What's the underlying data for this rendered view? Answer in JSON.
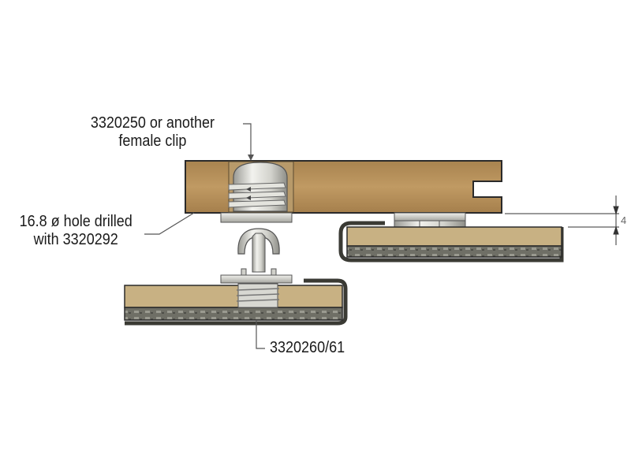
{
  "diagram": {
    "type": "technical-cross-section",
    "labels": {
      "female_clip": {
        "line1": "3320250 or another",
        "line2": "female clip"
      },
      "hole": {
        "line1": "16.8 ø hole drilled",
        "line2": "with 3320292"
      },
      "male_clip": "3320260/61",
      "dimension": "4"
    },
    "colors": {
      "wood_panel": "#b08a55",
      "wood_panel_light": "#c19a63",
      "board_core": "#c8b183",
      "board_backing": "#6e6e64",
      "clip_metal": "#d8d8d2",
      "outline": "#2a2a2a",
      "leader_line": "#555555"
    }
  }
}
